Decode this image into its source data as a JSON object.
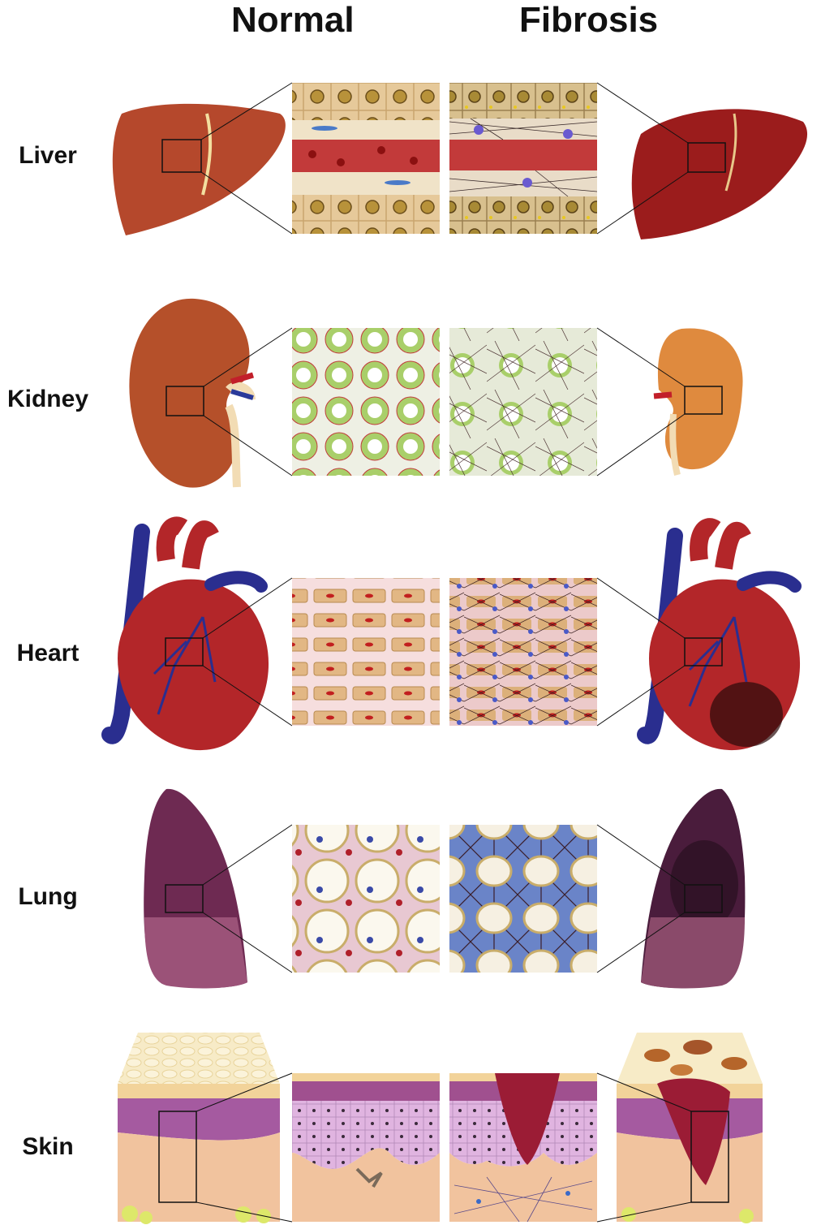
{
  "columns": {
    "normal": "Normal",
    "fibrosis": "Fibrosis"
  },
  "rows": [
    {
      "key": "liver",
      "label": "Liver"
    },
    {
      "key": "kidney",
      "label": "Kidney"
    },
    {
      "key": "heart",
      "label": "Heart"
    },
    {
      "key": "lung",
      "label": "Lung"
    },
    {
      "key": "skin",
      "label": "Skin"
    }
  ],
  "colors": {
    "liver_normal": "#b5482c",
    "liver_fibrosis": "#9b1c1c",
    "kidney_normal": "#b5502a",
    "kidney_fibrosis": "#df8a3e",
    "heart": "#b32629",
    "vein": "#2a2e8f",
    "lung_normal": "#6e2a52",
    "lung_fibrosis": "#4a1c3c",
    "skin_dermis": "#f1c39e",
    "skin_epidermis": "#a55aa0",
    "fat": "#f5e6bd"
  }
}
